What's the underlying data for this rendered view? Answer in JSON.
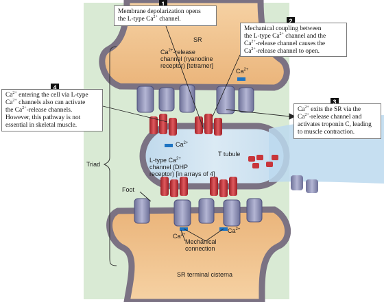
{
  "labels": {
    "sr_top": "SR",
    "release_channel": [
      "Ca2+-release",
      "channel (ryanodine",
      "receptor) [tetramer]"
    ],
    "ltype_channel": [
      "L-type Ca2+",
      "channel (DHP",
      "receptor) [in arrays of 4]"
    ],
    "t_tubule": "T tubule",
    "triad": "Triad",
    "foot": "Foot",
    "mechanical_connection": [
      "Mechanical",
      "connection"
    ],
    "sr_terminal_cisterna": "SR terminal cisterna",
    "ca_ion": "Ca2+"
  },
  "callouts": [
    {
      "number": "1",
      "text": [
        "Membrane depolarization opens",
        "the L-type Ca2+ channel."
      ]
    },
    {
      "number": "2",
      "text": [
        "Mechanical coupling between",
        "the L-type Ca2+ channel and the",
        "Ca2+-release channel causes the",
        "Ca2+-release channel to open."
      ]
    },
    {
      "number": "3",
      "text": [
        "Ca2+ exits the SR via the",
        "Ca2+-release channel and",
        "activates troponin C, leading",
        "to muscle contraction."
      ]
    },
    {
      "number": "4",
      "text": [
        "Ca2+ entering the cell via L-type",
        "Ca2+ channels also can activate",
        "the Ca2+-release channels.",
        "However, this pathway is not",
        "essential in skeletal muscle."
      ]
    }
  ],
  "colors": {
    "cytoplasm": "#d9ead4",
    "sr_lumen": "#f2c894",
    "membrane": "#7b7283",
    "t_tubule_lumen": "#cfe4f1",
    "ltype_channel": "#c8353a",
    "release_channel": "#8c8fb4",
    "ca_marker": "#1e74c2",
    "callout_number": "#111111"
  }
}
